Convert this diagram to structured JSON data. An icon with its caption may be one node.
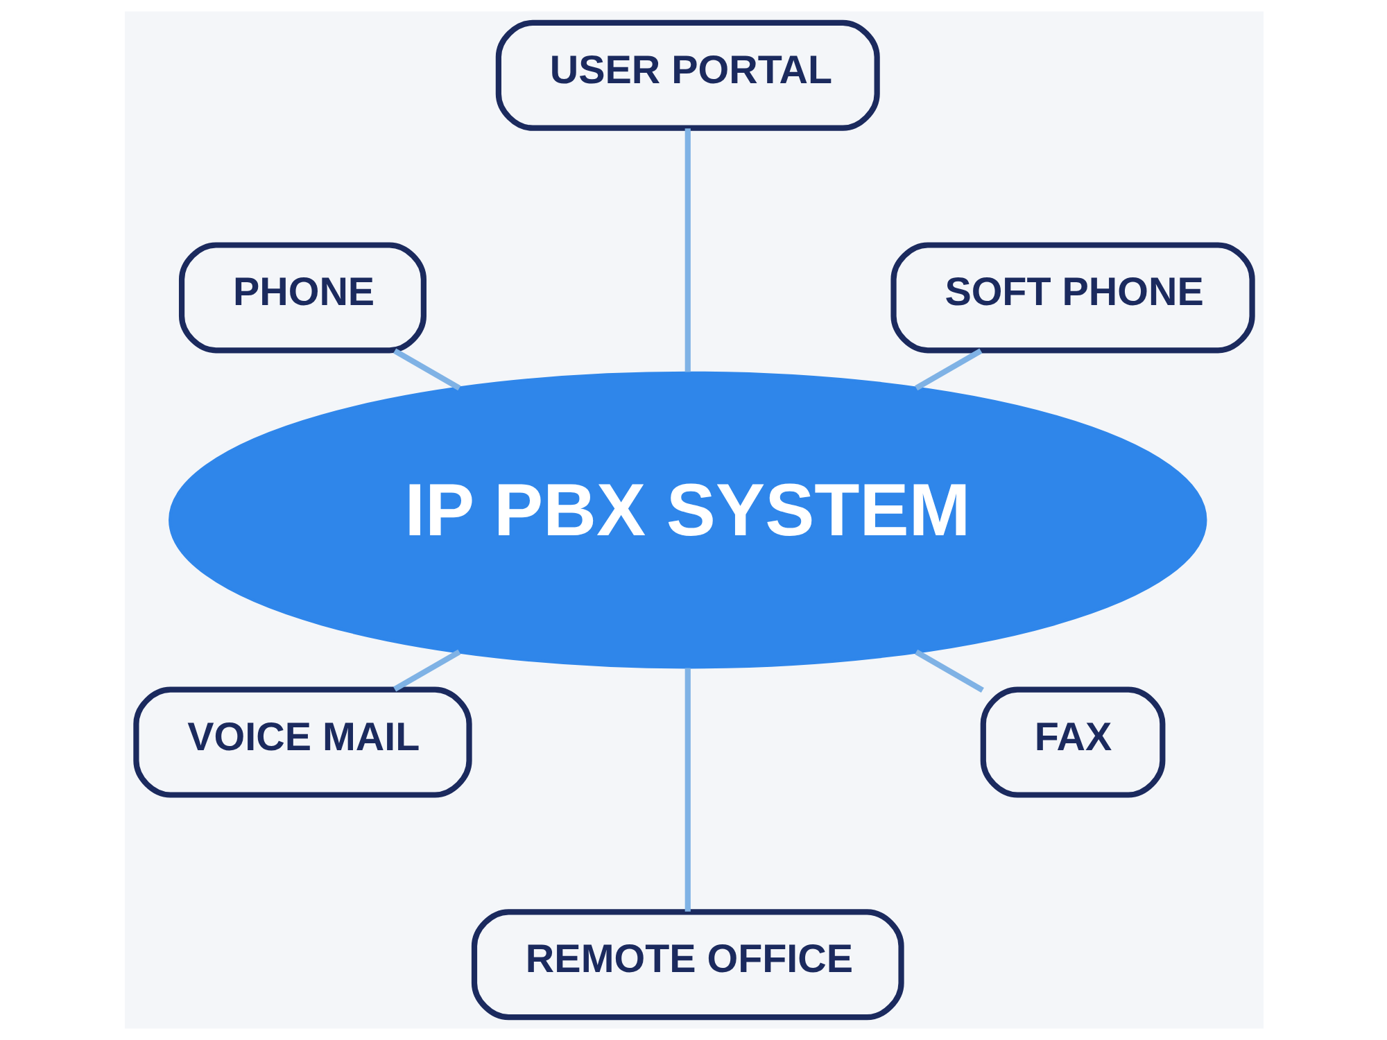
{
  "diagram": {
    "nodes": [
      {
        "text": [
          "SOFT PHONE"
        ]
      },
      {
        "text": [
          "USER PORTAL"
        ]
      },
      {
        "text": [
          "IP PBX SYSTEM"
        ]
      },
      {
        "text": [
          "PHONE"
        ]
      },
      {
        "text": [
          "VOICE MAIL"
        ]
      },
      {
        "text": [
          "REMOTE OFFICE"
        ]
      },
      {
        "text": [
          "FAX"
        ]
      }
    ],
    "edges": [
      {
        "from": 2,
        "to": 0,
        "arrow": "none"
      },
      {
        "from": 2,
        "to": 1,
        "arrow": "none"
      },
      {
        "from": 2,
        "to": 3,
        "arrow": "none"
      },
      {
        "from": 2,
        "to": 4,
        "arrow": "none"
      },
      {
        "from": 2,
        "to": 5,
        "arrow": "none"
      },
      {
        "from": 2,
        "to": 6,
        "arrow": "none"
      }
    ]
  }
}
